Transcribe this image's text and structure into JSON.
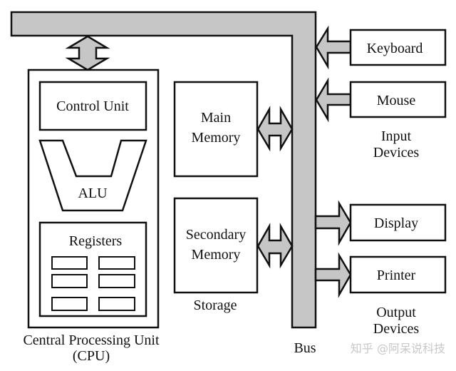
{
  "diagram": {
    "cpu": {
      "label_line1": "Central Processing Unit",
      "label_line2": "(CPU)",
      "control_unit": "Control Unit",
      "alu": "ALU",
      "registers": "Registers"
    },
    "storage": {
      "label": "Storage",
      "main_line1": "Main",
      "main_line2": "Memory",
      "secondary_line1": "Secondary",
      "secondary_line2": "Memory"
    },
    "bus": {
      "label": "Bus"
    },
    "input": {
      "label_line1": "Input",
      "label_line2": "Devices",
      "keyboard": "Keyboard",
      "mouse": "Mouse"
    },
    "output": {
      "label_line1": "Output",
      "label_line2": "Devices",
      "display": "Display",
      "printer": "Printer"
    },
    "watermark": "知乎 @阿呆说科技",
    "colors": {
      "bus_fill": "#c6c6c6",
      "stroke": "#111111"
    }
  }
}
